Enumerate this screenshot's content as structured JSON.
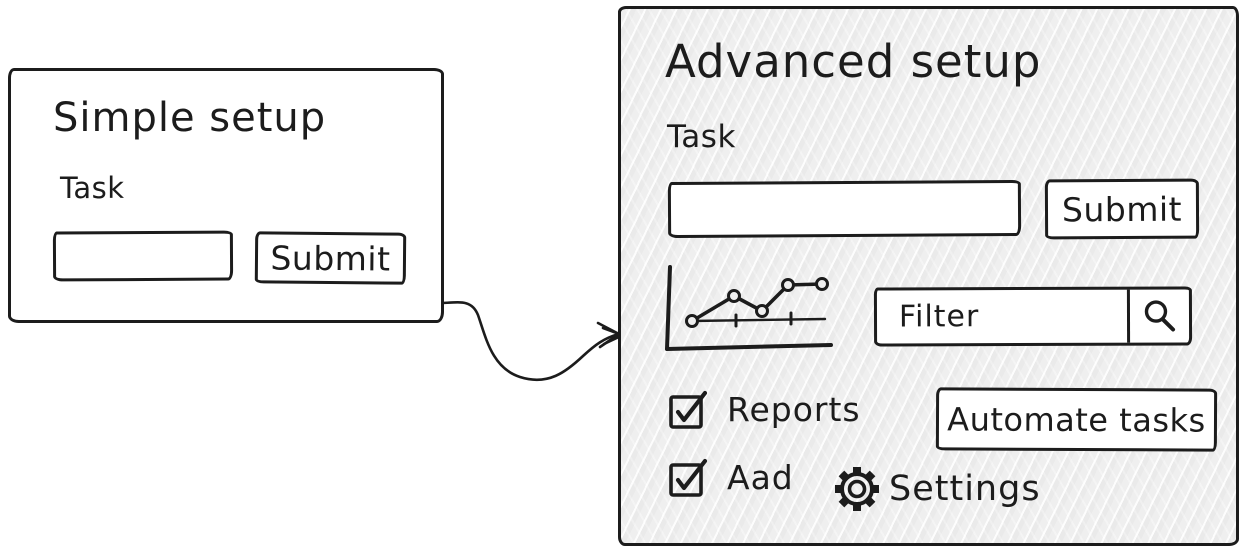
{
  "ink_color": "#1c1c1c",
  "advanced_panel_fill": "#efefef",
  "simple_panel": {
    "title": "Simple setup",
    "task_label": "Task",
    "task_value": "",
    "submit_label": "Submit"
  },
  "advanced_panel": {
    "title": "Advanced setup",
    "task_label": "Task",
    "task_value": "",
    "submit_label": "Submit",
    "filter_value": "Filter",
    "checkboxes": [
      {
        "label": "Reports",
        "checked": true
      },
      {
        "label": "Aad",
        "checked": true
      }
    ],
    "automate_label": "Automate tasks",
    "settings_label": "Settings"
  },
  "icons": {
    "chart": "line-chart-icon",
    "search": "magnifier-icon",
    "checkbox": "checked-box-icon",
    "settings": "gear-icon",
    "connector": "curved-arrow-icon"
  }
}
